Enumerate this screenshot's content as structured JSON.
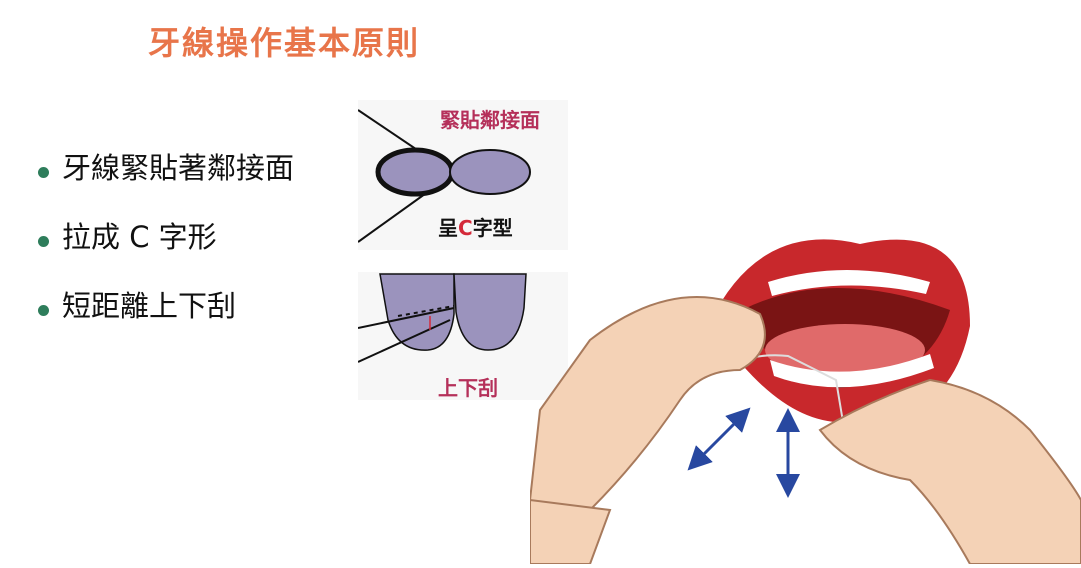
{
  "slide": {
    "title": "牙線操作基本原則",
    "bullets": [
      "牙線緊貼著鄰接面",
      "拉成 C 字形",
      "短距離上下刮"
    ]
  },
  "diagram": {
    "contact_label": "緊貼鄰接面",
    "c_label_prefix": "呈",
    "c_label_accent": "C",
    "c_label_suffix": "字型",
    "scrape_label": "上下刮"
  },
  "colors": {
    "title": "#e8754a",
    "bullet_dot": "#2e7d5b",
    "tooth_fill": "#9b93bd",
    "label_accent": "#b5305a",
    "arrow": "#2848a0"
  }
}
